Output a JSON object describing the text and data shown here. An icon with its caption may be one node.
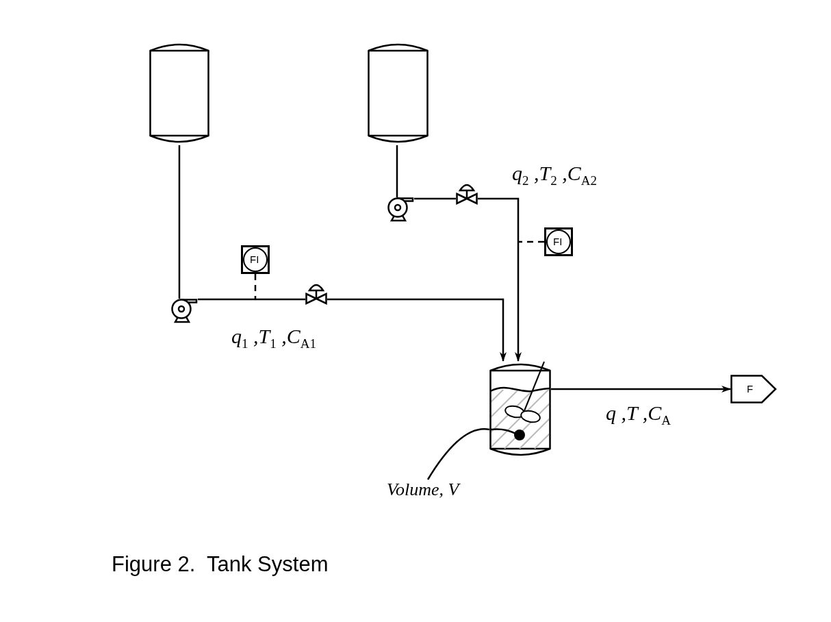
{
  "diagram": {
    "caption": "Figure 2.  Tank System",
    "nodes": [
      {
        "text": [],
        "shape": "tank"
      },
      {
        "text": [],
        "shape": "tank"
      },
      {
        "text": [],
        "shape": "pump"
      },
      {
        "text": [],
        "shape": "valve"
      },
      {
        "text": [
          "FI"
        ]
      },
      {
        "text": [],
        "shape": "pump"
      },
      {
        "text": [],
        "shape": "valve"
      },
      {
        "text": [
          "FI"
        ]
      },
      {
        "text": [],
        "shape": "tank"
      },
      {
        "text": [
          "F"
        ]
      },
      {
        "text": [
          "Volume, V"
        ]
      }
    ],
    "edges": [
      {
        "from": 0,
        "to": 2,
        "arrow": "none"
      },
      {
        "from": 2,
        "to": 3,
        "arrow": "none"
      },
      {
        "from": 3,
        "to": 8,
        "arrow": "to"
      },
      {
        "from": 4,
        "to": null,
        "arrow": "none",
        "style": "dashed"
      },
      {
        "from": 1,
        "to": 5,
        "arrow": "none"
      },
      {
        "from": 5,
        "to": 6,
        "arrow": "none"
      },
      {
        "from": 6,
        "to": 8,
        "arrow": "to"
      },
      {
        "from": 7,
        "to": null,
        "arrow": "none",
        "style": "dashed"
      },
      {
        "from": 8,
        "to": 9,
        "arrow": "to"
      },
      {
        "from": 10,
        "to": 8,
        "arrow": "none"
      }
    ],
    "labels": [
      "q$_{2}$ ,T$_{2}$ ,C$_{A2}$",
      "q$_{1}$ ,T$_{1}$ ,C$_{A1}$",
      "q ,T ,C$_{A}$"
    ]
  }
}
